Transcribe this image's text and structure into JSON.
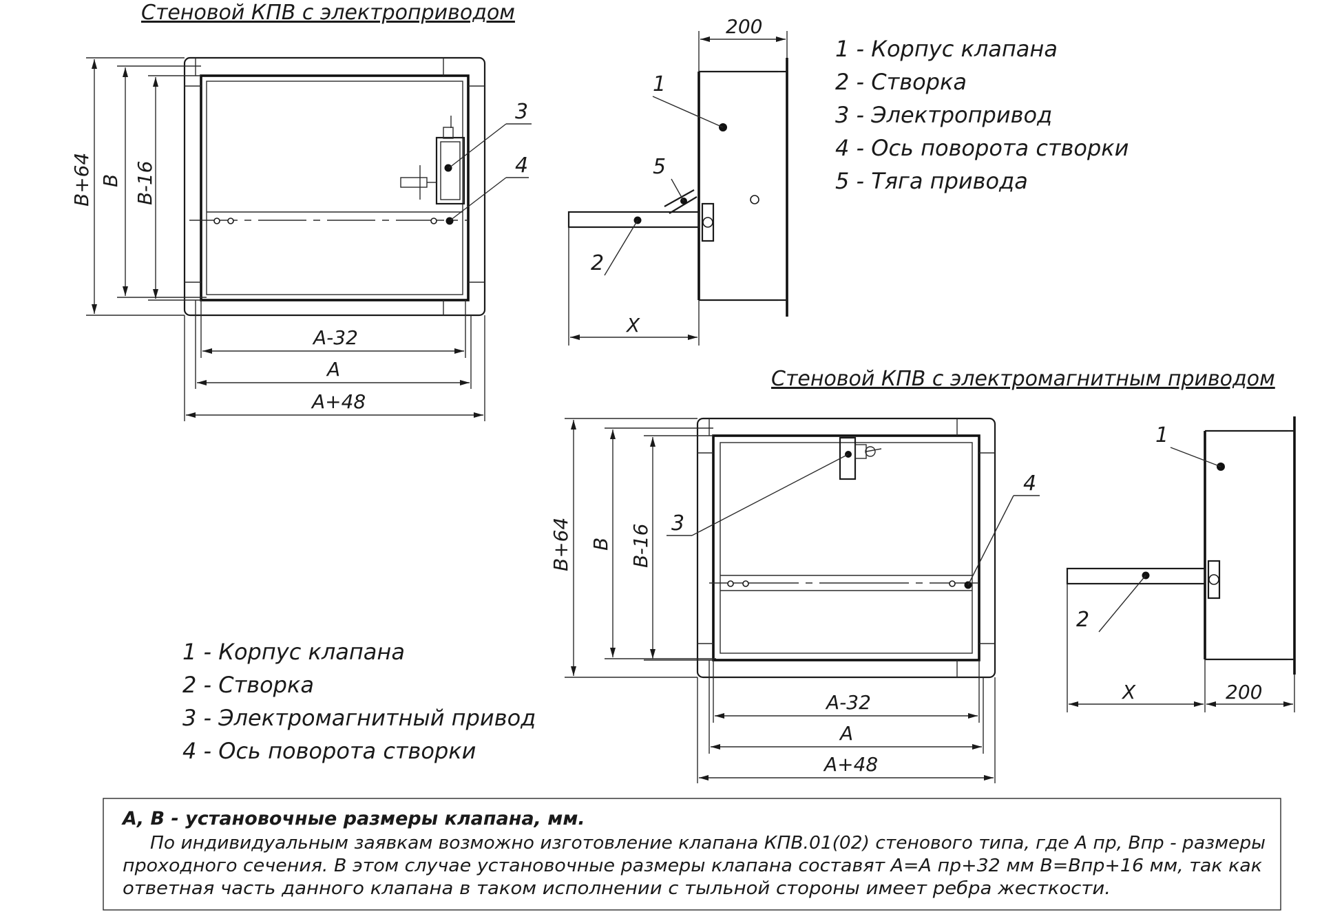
{
  "top_section": {
    "title": "Стеновой КПВ с электроприводом",
    "front_view_dims": {
      "height_outer": "B+64",
      "height_mid": "B",
      "height_inner": "B-16",
      "width_inner": "A-32",
      "width_mid": "A",
      "width_outer": "A+48"
    },
    "callouts": [
      "3",
      "4"
    ],
    "side_view": {
      "depth_dim": "200",
      "x_dim": "X",
      "callouts": [
        "1",
        "5",
        "2"
      ]
    },
    "legend": [
      "1 - Корпус клапана",
      "2 - Створка",
      "3 - Электропривод",
      "4 - Ось поворота створки",
      "5 - Тяга привода"
    ]
  },
  "bottom_section": {
    "title": "Стеновой КПВ с электромагнитным приводом",
    "front_view_dims": {
      "height_outer": "B+64",
      "height_mid": "B",
      "height_inner": "B-16",
      "width_inner": "A-32",
      "width_mid": "A",
      "width_outer": "A+48"
    },
    "callouts": [
      "3",
      "4"
    ],
    "side_view": {
      "depth_dim": "200",
      "x_dim": "X",
      "callouts": [
        "1",
        "2"
      ]
    },
    "legend": [
      "1 - Корпус клапана",
      "2 - Створка",
      "3 - Электромагнитный привод",
      "4 - Ось поворота створки"
    ]
  },
  "note": {
    "heading": "А, В - установочные размеры клапана, мм.",
    "lines": [
      "По индивидуальным заявкам возможно изготовление клапана КПВ.01(02) стенового типа, где А пр, Впр - размеры",
      "проходного сечения. В этом случае установочные размеры клапана  составят А=А пр+32 мм В=Впр+16 мм, так как",
      "ответная часть данного клапана в таком исполнении с тыльной стороны имеет ребра жесткости."
    ]
  }
}
